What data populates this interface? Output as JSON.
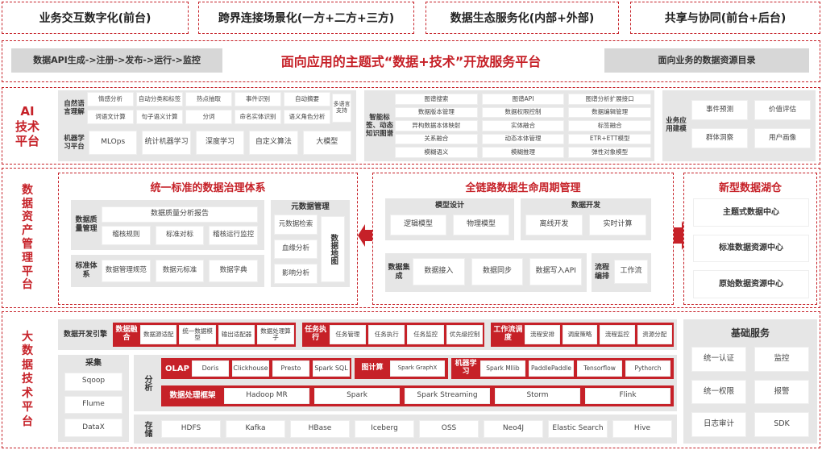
{
  "top": [
    "业务交互数字化(前台)",
    "跨界连接场景化(一方+二方+三方)",
    "数据生态服务化(内部+外部)",
    "共享与协同(前台+后台)"
  ],
  "platform": {
    "left": "数据API生成->注册->发布->运行->监控",
    "title": "面向应用的主题式“数据+技术”开放服务平台",
    "right": "面向业务的数据资源目录"
  },
  "ai": {
    "title": [
      "AI",
      "技术",
      "平台"
    ],
    "nlp": {
      "label": "自然语言理解",
      "items": [
        "情感分析",
        "自动分类和标签",
        "热点抽取",
        "事件识别",
        "自动摘要",
        "词语文计算",
        "句子语义计算",
        "分词",
        "命名实体识别",
        "语义角色分析"
      ],
      "multi": "多语言支持"
    },
    "ml": {
      "label": "机器学习平台",
      "items": [
        "MLOps",
        "统计机器学习",
        "深度学习",
        "自定义算法",
        "大模型"
      ]
    },
    "kg": {
      "label": "智能标签、动态知识图谱",
      "items": [
        "图谱搜索",
        "图谱API",
        "图谱分析扩展接口",
        "数据版本管理",
        "数据权限控制",
        "数据编辑管理",
        "异构数据本体映射",
        "实体融合",
        "标签融合",
        "关系融合",
        "动态本体管理",
        "ETR+ETT模型",
        "模糊语义",
        "模糊推理",
        "弹性对象模型"
      ]
    },
    "biz": {
      "label": "业务应用建模",
      "items": [
        "事件预测",
        "价值评估",
        "群体洞察",
        "用户画像"
      ]
    }
  },
  "asset": {
    "title": [
      "数",
      "据",
      "资",
      "产",
      "管",
      "理",
      "平",
      "台"
    ],
    "gov": {
      "title": "统一标准的数据治理体系",
      "quality": {
        "label": "数据质量管理",
        "report": "数据质量分析报告",
        "items": [
          "稽核规则",
          "标准对标",
          "稽核运行监控"
        ]
      },
      "std": {
        "label": "标准体系",
        "items": [
          "数据管理规范",
          "数据元标准",
          "数据字典"
        ]
      },
      "meta": {
        "title": "元数据管理",
        "items": [
          "元数据检索",
          "血缘分析",
          "影响分析"
        ],
        "map": "数据地图"
      }
    },
    "life": {
      "title": "全链路数据生命周期管理",
      "model": {
        "title": "模型设计",
        "items": [
          "逻辑模型",
          "物理模型"
        ]
      },
      "dev": {
        "title": "数据开发",
        "items": [
          "离线开发",
          "实时计算"
        ]
      },
      "integ": {
        "label": "数据集成",
        "items": [
          "数据接入",
          "数据同步",
          "数据写入API"
        ]
      },
      "flow": {
        "label": "流程编排",
        "item": "工作流"
      }
    },
    "lake": {
      "title": "新型数据湖仓",
      "items": [
        "主题式数据中心",
        "标准数据资源中心",
        "原始数据资源中心"
      ]
    }
  },
  "bigdata": {
    "title": [
      "大",
      "数",
      "据",
      "技",
      "术",
      "平",
      "台"
    ],
    "engine": {
      "label": "数据开发引擎",
      "groups": [
        {
          "label": "数据融合",
          "items": [
            "数据源适配",
            "统一数据模型",
            "输出适配器",
            "数据处理算子"
          ]
        },
        {
          "label": "任务执行",
          "items": [
            "任务管理",
            "任务执行",
            "任务监控",
            "优先级控制"
          ]
        },
        {
          "label": "工作流调度",
          "items": [
            "流程安排",
            "调度策略",
            "流程监控",
            "资源分配"
          ]
        }
      ]
    },
    "collect": {
      "label": "采集",
      "items": [
        "Sqoop",
        "Flume",
        "DataX"
      ]
    },
    "analysis": {
      "label": "分析",
      "olap": {
        "label": "OLAP",
        "items": [
          "Doris",
          "Clickhouse",
          "Presto",
          "Spark SQL"
        ]
      },
      "graph": {
        "label": "图计算",
        "items": [
          "Spark GraphX"
        ]
      },
      "ml": {
        "label": "机器学习",
        "items": [
          "Spark Mllib",
          "PaddlePaddle",
          "Tensorflow",
          "Pythorch"
        ]
      },
      "proc": {
        "label": "数据处理框架",
        "items": [
          "Hadoop MR",
          "Spark",
          "Spark Streaming",
          "Storm",
          "Flink"
        ]
      }
    },
    "storage": {
      "label": "存储",
      "items": [
        "HDFS",
        "Kafka",
        "HBase",
        "Iceberg",
        "OSS",
        "Neo4J",
        "Elastic Search",
        "Hive"
      ]
    },
    "base": {
      "title": "基础服务",
      "items": [
        "统一认证",
        "监控",
        "统一权限",
        "报警",
        "日志审计",
        "SDK"
      ]
    }
  }
}
